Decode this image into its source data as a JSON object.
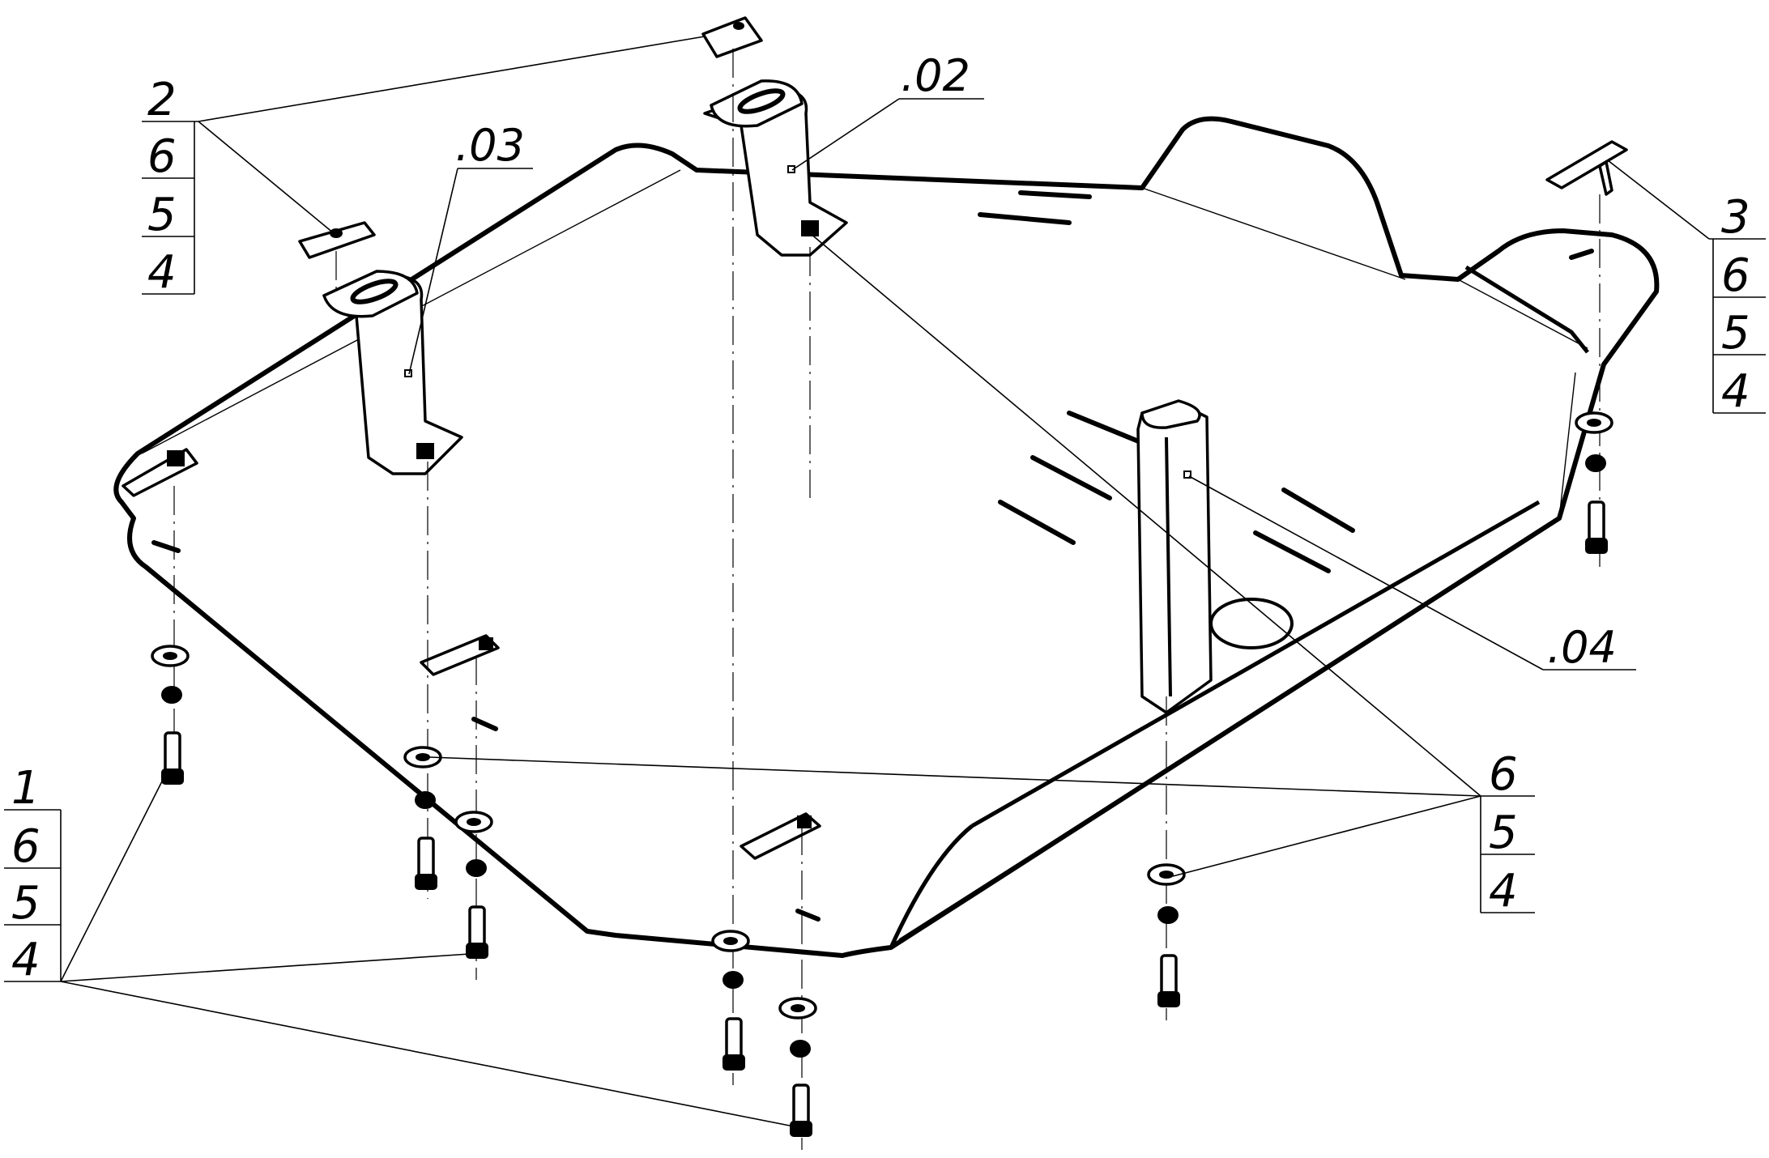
{
  "callouts": {
    "top_left": {
      "p1": "2",
      "p2": "6",
      "p3": "5",
      "p4": "4"
    },
    "top_right": {
      "p1": "3",
      "p2": "6",
      "p3": "5",
      "p4": "4"
    },
    "bottom_left": {
      "p1": "1",
      "p2": "6",
      "p3": "5",
      "p4": "4"
    },
    "bottom_right": {
      "p1": "6",
      "p2": "5",
      "p3": "4"
    }
  },
  "codes": {
    "c02": ".02",
    "c03": ".03",
    "c04": ".04"
  }
}
